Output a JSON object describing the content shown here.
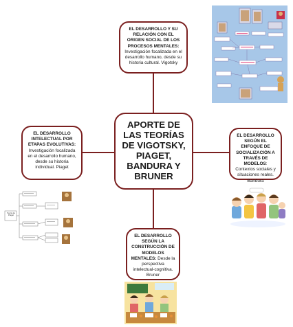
{
  "center": {
    "title": "APORTE DE LAS TEORÍAS DE VIGOTSKY, PIAGET, BANDURA Y BRUNER"
  },
  "nodes": {
    "top": {
      "heading": "EL DESARROLLO Y SU RELACIÓN CON EL ORIGEN SOCIAL DE LOS PROCESOS MENTALES:",
      "body": " Investigación focalizada en el desarrollo humano, desde su historia cultural. Vigotsky"
    },
    "left": {
      "heading": "EL DESARROLLO INTELECTUAL POR ETAPAS EVOLUTIVAS:",
      "body": " Investigación focalizada en el desarrollo humano, desde su historia individual. Piaget"
    },
    "right": {
      "heading": "EL DESARROLLO SEGÚN EL ENFOQUE DE SOCIALIZACIÓN A TRAVÉS DE MODELOS",
      "body": ": Contextos sociales y situaciones reales. Bandura"
    },
    "bottom": {
      "heading": "EL DESARROLLO SEGÚN LA CONSTRUCCIÓN DE MODELOS MENTALES:",
      "body": " Desde la perspectiva intelectual-cognitiva. Bruner"
    }
  },
  "illustrations": {
    "piaget_diagram": {
      "center_label": "Teoría de Piaget"
    }
  },
  "colors": {
    "border": "#7a1f1f",
    "connector": "#7a1f1f",
    "mindmap_bg": "#9fd8ea"
  }
}
